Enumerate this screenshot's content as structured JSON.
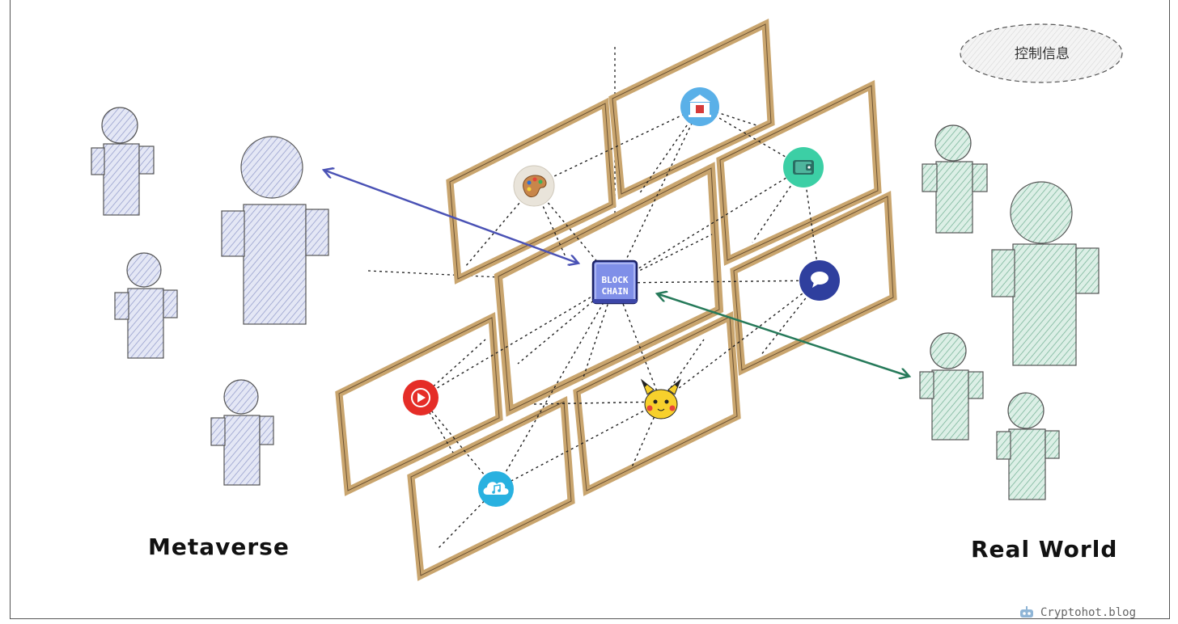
{
  "labels": {
    "metaverse": "Metaverse",
    "real_world": "Real World",
    "control_tag": "控制信息",
    "hub": "BLOCK CHAIN",
    "watermark": "Cryptohot.blog"
  },
  "colors": {
    "metaverse_person": "#b8bfe0",
    "real_person": "#a7d2c0",
    "frame_wood": "#d9b98a",
    "arrow_meta": "#4a52b5",
    "arrow_real": "#267a5a",
    "hub_fill": "#7f8fe8"
  },
  "nodes": [
    {
      "name": "palette-node",
      "icon": "palette-icon",
      "color": "#e9e4da"
    },
    {
      "name": "bank-node",
      "icon": "bank-icon",
      "color": "#5ab0e8"
    },
    {
      "name": "wallet-node",
      "icon": "wallet-icon",
      "color": "#3ccfa5"
    },
    {
      "name": "chat-node",
      "icon": "chat-icon",
      "color": "#2f3f9e"
    },
    {
      "name": "video-node",
      "icon": "play-icon",
      "color": "#e52d27"
    },
    {
      "name": "music-node",
      "icon": "music-cloud-icon",
      "color": "#29b1e0"
    },
    {
      "name": "game-node",
      "icon": "pikachu-icon",
      "color": "#f7d02c"
    }
  ]
}
